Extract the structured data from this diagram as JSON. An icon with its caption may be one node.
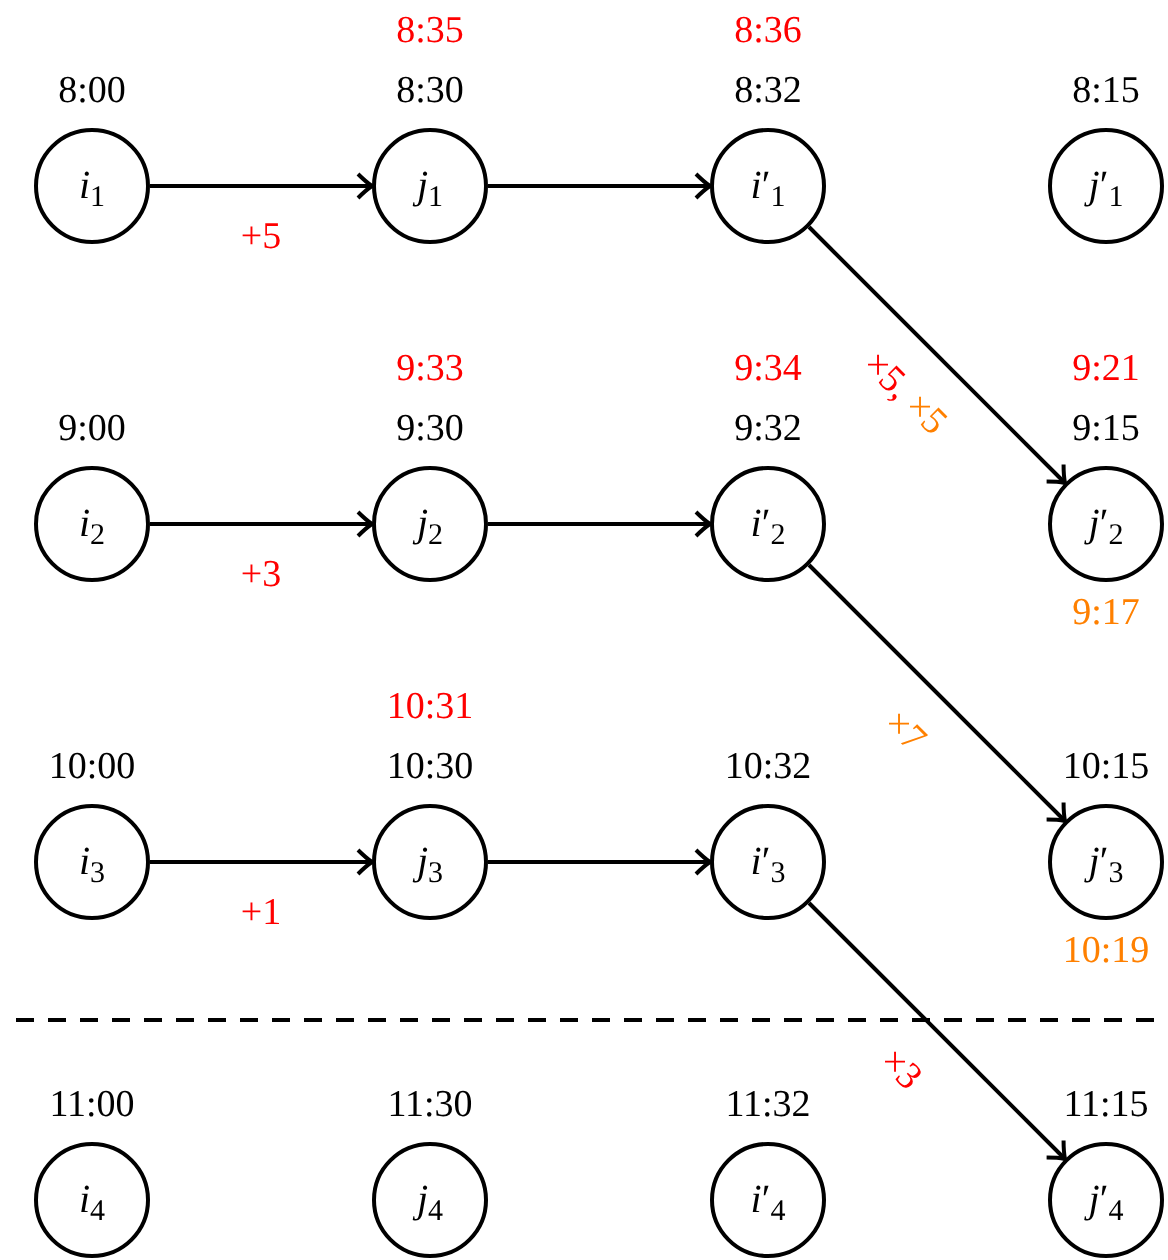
{
  "diagram": {
    "nodes": [
      {
        "text": [
          "*i*$_{1}$"
        ],
        "beside": [
          "8:00"
        ]
      },
      {
        "text": [
          "*j*$_{1}$"
        ],
        "beside": [
          "8:35",
          "8:30"
        ]
      },
      {
        "text": [
          "*i*′$_{1}$"
        ],
        "beside": [
          "8:36",
          "8:32"
        ]
      },
      {
        "text": [
          "*j*′$_{1}$"
        ],
        "beside": [
          "8:15"
        ]
      },
      {
        "text": [
          "*i*$_{2}$"
        ],
        "beside": [
          "9:00"
        ]
      },
      {
        "text": [
          "*j*$_{2}$"
        ],
        "beside": [
          "9:33",
          "9:30"
        ]
      },
      {
        "text": [
          "*i*′$_{2}$"
        ],
        "beside": [
          "9:34",
          "9:32"
        ]
      },
      {
        "text": [
          "*j*′$_{2}$"
        ],
        "beside": [
          "9:21",
          "9:15",
          "9:17"
        ]
      },
      {
        "text": [
          "*i*$_{3}$"
        ],
        "beside": [
          "10:00"
        ]
      },
      {
        "text": [
          "*j*$_{3}$"
        ],
        "beside": [
          "10:31",
          "10:30"
        ]
      },
      {
        "text": [
          "*i*′$_{3}$"
        ],
        "beside": [
          "10:32"
        ]
      },
      {
        "text": [
          "*j*′$_{3}$"
        ],
        "beside": [
          "10:15",
          "10:19"
        ]
      },
      {
        "text": [
          "*i*$_{4}$"
        ],
        "beside": [
          "11:00"
        ]
      },
      {
        "text": [
          "*j*$_{4}$"
        ],
        "beside": [
          "11:30"
        ]
      },
      {
        "text": [
          "*i*′$_{4}$"
        ],
        "beside": [
          "11:32"
        ]
      },
      {
        "text": [
          "*j*′$_{4}$"
        ],
        "beside": [
          "11:15"
        ]
      }
    ],
    "edges": [
      {
        "from": 0,
        "to": 1,
        "arrow": "to",
        "label": "+5"
      },
      {
        "from": 1,
        "to": 2,
        "arrow": "to"
      },
      {
        "from": 4,
        "to": 5,
        "arrow": "to",
        "label": "+3"
      },
      {
        "from": 5,
        "to": 6,
        "arrow": "to"
      },
      {
        "from": 8,
        "to": 9,
        "arrow": "to",
        "label": "+1"
      },
      {
        "from": 9,
        "to": 10,
        "arrow": "to"
      },
      {
        "from": 2,
        "to": 7,
        "arrow": "to",
        "label": "×5, ×5"
      },
      {
        "from": 6,
        "to": 11,
        "arrow": "to",
        "label": "×7"
      },
      {
        "from": 10,
        "to": 15,
        "arrow": "to",
        "label": "×3"
      }
    ]
  }
}
